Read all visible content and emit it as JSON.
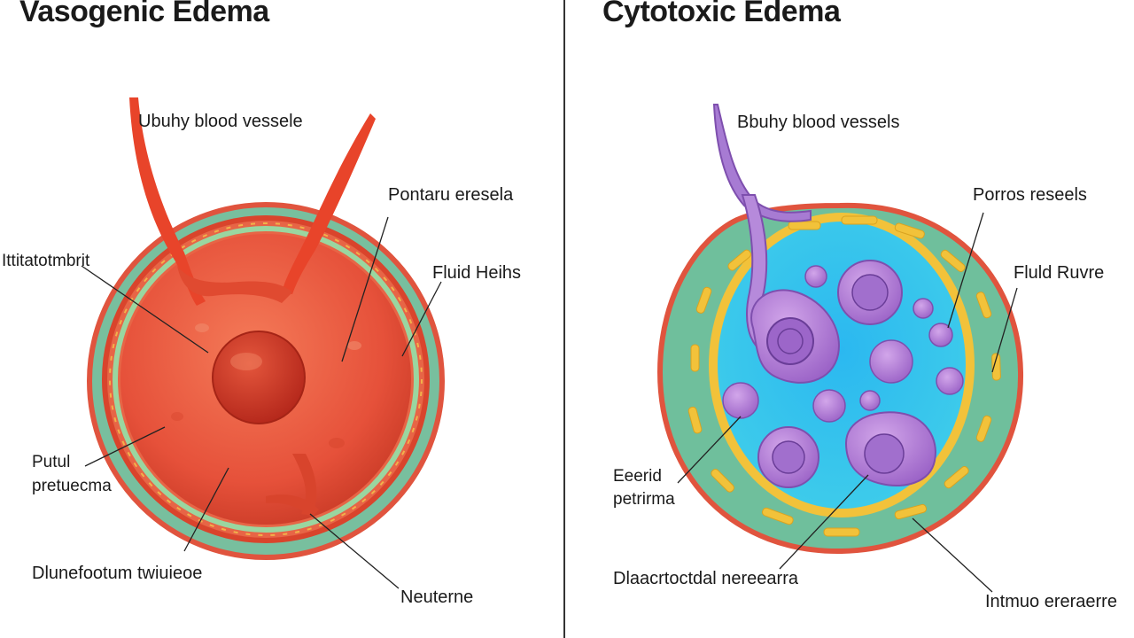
{
  "titles": {
    "left": "Vasogenic Edema",
    "right": "Cytotoxic Edema"
  },
  "left_labels": {
    "vessels": "Ubuhy blood vessele",
    "porous": "Pontaru eresela",
    "infiltrate": "Ittitatotmbrit",
    "fluid_heals": "Fluid Heihs",
    "fluid_pre_1": "Putul",
    "fluid_pre_2": "pretuecma",
    "bottom": "Dlunefootum twiuieoe",
    "neuron": "Neuterne"
  },
  "right_labels": {
    "vessels": "Bbuhy blood vessels",
    "porous": "Porros reseels",
    "fluid": "Fluld Ruvre",
    "fluid_pre_1": "Eeerid",
    "fluid_pre_2": "petrirma",
    "bottom": "Dlaacrtoctdal nereearra",
    "intra": "Intmuo ereraerre"
  },
  "colors": {
    "vessel_red": "#e8442a",
    "cell_red": "#ea5a3c",
    "membrane_green": "#7fc3a0",
    "rim_red": "#e0543e",
    "fluid_blue": "#34c2ee",
    "cell_purple": "#b07fd2",
    "yellow": "#f2c23a"
  }
}
